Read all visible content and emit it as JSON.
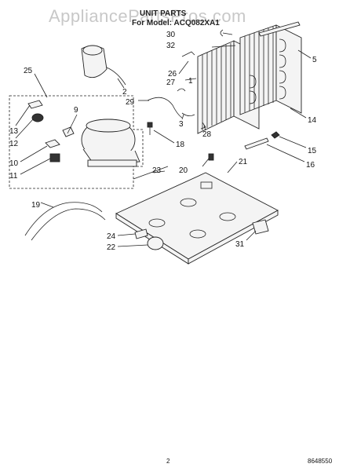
{
  "watermark": "AppliancePartsPros.com",
  "title_line1": "UNIT PARTS",
  "title_line2": "For Model: ACQ082XA1",
  "page_number": "2",
  "diagram_code": "8648550",
  "callouts": [
    {
      "id": "c30",
      "text": "30"
    },
    {
      "id": "c32",
      "text": "32"
    },
    {
      "id": "c5",
      "text": "5"
    },
    {
      "id": "c25",
      "text": "25"
    },
    {
      "id": "c26",
      "text": "26"
    },
    {
      "id": "c27",
      "text": "27"
    },
    {
      "id": "c1",
      "text": "1"
    },
    {
      "id": "c2",
      "text": "2"
    },
    {
      "id": "c29",
      "text": "29"
    },
    {
      "id": "c9",
      "text": "9"
    },
    {
      "id": "c3",
      "text": "3"
    },
    {
      "id": "c14",
      "text": "14"
    },
    {
      "id": "c13",
      "text": "13"
    },
    {
      "id": "c12",
      "text": "12"
    },
    {
      "id": "c28",
      "text": "28"
    },
    {
      "id": "c18",
      "text": "18"
    },
    {
      "id": "c15",
      "text": "15"
    },
    {
      "id": "c10",
      "text": "10"
    },
    {
      "id": "c16",
      "text": "16"
    },
    {
      "id": "c11",
      "text": "11"
    },
    {
      "id": "c21",
      "text": "21"
    },
    {
      "id": "c23",
      "text": "23"
    },
    {
      "id": "c20",
      "text": "20"
    },
    {
      "id": "c19",
      "text": "19"
    },
    {
      "id": "c24",
      "text": "24"
    },
    {
      "id": "c22",
      "text": "22"
    },
    {
      "id": "c31",
      "text": "31"
    }
  ]
}
